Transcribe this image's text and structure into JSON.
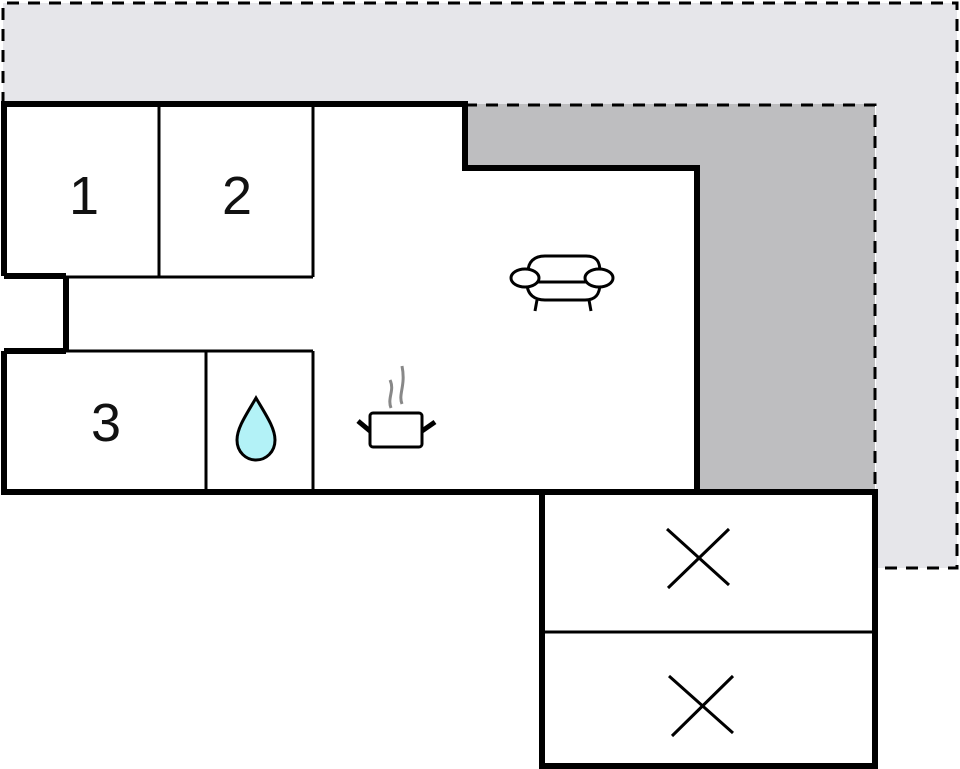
{
  "floorplan": {
    "rooms": [
      {
        "id": "room-1",
        "label": "1",
        "type": "bedroom"
      },
      {
        "id": "room-2",
        "label": "2",
        "type": "bedroom"
      },
      {
        "id": "room-3",
        "label": "3",
        "type": "bedroom"
      },
      {
        "id": "bathroom",
        "label": "",
        "icon": "water-drop-icon"
      },
      {
        "id": "kitchen",
        "label": "",
        "icon": "cooking-pot-icon"
      },
      {
        "id": "living",
        "label": "",
        "icon": "sofa-icon"
      },
      {
        "id": "storage-1",
        "label": "",
        "icon": "cross-icon"
      },
      {
        "id": "storage-2",
        "label": "",
        "icon": "cross-icon"
      }
    ],
    "zones": [
      {
        "id": "terrace",
        "style": "dashed",
        "color": "#e6e6ea"
      },
      {
        "id": "covered-terrace",
        "style": "dashed",
        "color": "#bebec0"
      }
    ],
    "colors": {
      "wall": "#000000",
      "drop": "#b3f2f7",
      "steam": "#888888"
    }
  }
}
